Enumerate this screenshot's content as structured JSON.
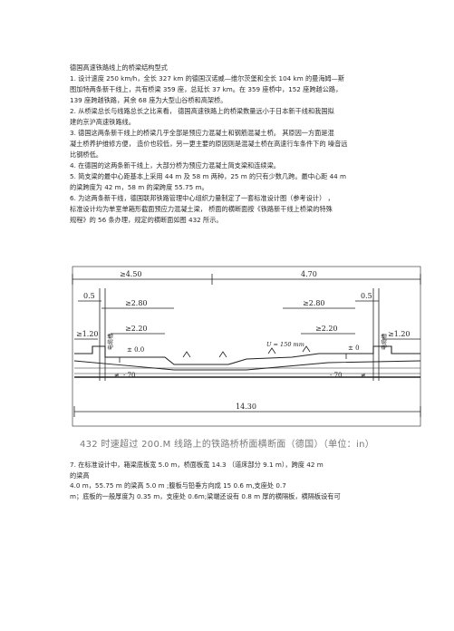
{
  "document": {
    "heading": "德国高速铁路线上的桥梁结构型式",
    "lines": [
      "1. 设计速度 250 km/h，全长 327 km 的德国汉诺威—维尔茨堡和全长  104 km 的曼海姆—斯",
      "图加特两条新干线上，共有桥梁       359 座，总延长 37 km。在 359 座桥中，152 座跨越公路，",
      "139 座跨越铁路，其余  68 座为大型山谷桥和高架桥。",
      "2. 从桥梁总长与线路总长之比来看，   德国高速铁路上的桥梁数量远小于日本新干线和我国拟",
      "建的京沪高速铁路线。",
      "3. 德国这两条新干线上的桥梁几乎全部是预应力混凝土和钢筋混凝土桥。          其原因一方面是混",
      "凝土桥养护维修方便，   造价也较低，另一更主要的原因则是混凝土桥在高速行车条件下的  噪音远",
      "比钢桥低。",
      "4. 在德国的这两条新干线上，大部分桥为预应力混凝土简支梁和连续梁。",
      "5. 简支梁的最中心距基本上采用     44 m 及 58 m 两种，25 m 的只有少数几跨。最中心距          44 m",
      "的梁跨度为 42 m，58 m 的梁跨度 55.75 m。",
      "6. 为这两条新干线，德国联邦铁路管理中心组织力量制定了一套标准设计图（参考设计）            ，",
      "标准设计均为单室单箱形截面预应力混凝土梁，          桥面的横断面按《铁路新干线上桥梁的特殊",
      "规程》的 56 条办理，规定的横断面如图        432 所示。"
    ],
    "caption": "432 时速超过 200.M 线路上的铁路桥桥面横断面（德国）（单位：in）",
    "bottom_lines": [
      "7.                                     在标准设计中，箱梁底板宽   5.0 m，桥面板宽 14.3 （道床部分 9.1 m），跨度 42 m",
      "的梁高",
      "4.0 m，55.75 m 的梁高 5.0 m ;腹板与铅垂方向成          15                 0.6 m,支座处 0.7",
      "m；底板的一般厚度为    0.35 m，支座处 0.6m;梁端还设有 0.8 m 厚的横隔板，横隔板设有可"
    ]
  },
  "figure": {
    "dims": {
      "top_left": "≥4.50",
      "top_right": "4.70",
      "d_05_left": "0.5",
      "d_05_right": "0.5",
      "d_280_left": "≥2.80",
      "d_280_right": "≥2.80",
      "d_220_left": "≥2.20",
      "d_220_right": "≥2.20",
      "d_120_left": "≥1.20",
      "d_120_right": "≥1.20",
      "bottom_total": "14.30"
    },
    "labels": {
      "level_left": "± 0.0",
      "level_right": "± 0",
      "minus70_left": "- 70",
      "minus70_right": "- 70",
      "mark_left": "≠",
      "mark_right": "≠",
      "u_label": "U = 150 mm",
      "vertical_left": "电缆槽",
      "vertical_right": "电缆槽"
    }
  }
}
